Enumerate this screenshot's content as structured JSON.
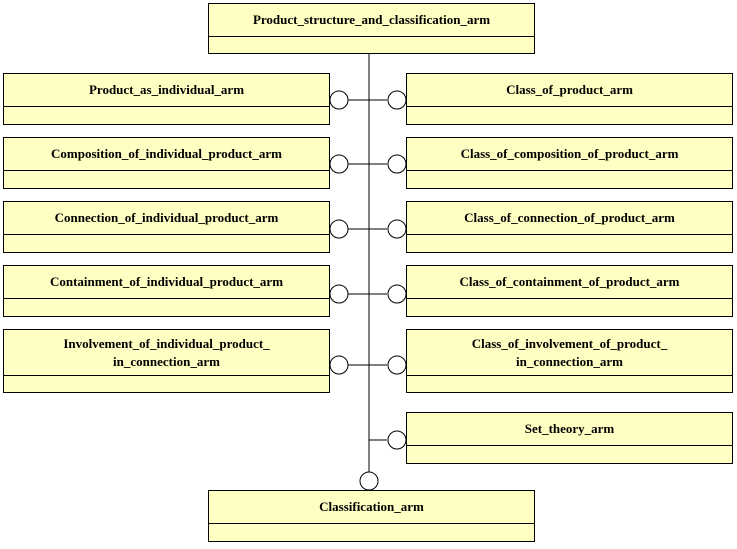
{
  "diagram": {
    "colors": {
      "box_fill": "#ffffc4",
      "line": "#000000",
      "circle_fill": "#ffffff"
    },
    "top_module": {
      "label": "Product_structure_and_classification_arm"
    },
    "left_modules": [
      {
        "label": "Product_as_individual_arm"
      },
      {
        "label": "Composition_of_individual_product_arm"
      },
      {
        "label": "Connection_of_individual_product_arm"
      },
      {
        "label": "Containment_of_individual_product_arm"
      },
      {
        "label": "Involvement_of_individual_product_\nin_connection_arm"
      }
    ],
    "right_modules": [
      {
        "label": "Class_of_product_arm"
      },
      {
        "label": "Class_of_composition_of_product_arm"
      },
      {
        "label": "Class_of_connection_of_product_arm"
      },
      {
        "label": "Class_of_containment_of_product_arm"
      },
      {
        "label": "Class_of_involvement_of_product_\nin_connection_arm"
      },
      {
        "label": "Set_theory_arm"
      }
    ],
    "bottom_module": {
      "label": "Classification_arm"
    }
  }
}
